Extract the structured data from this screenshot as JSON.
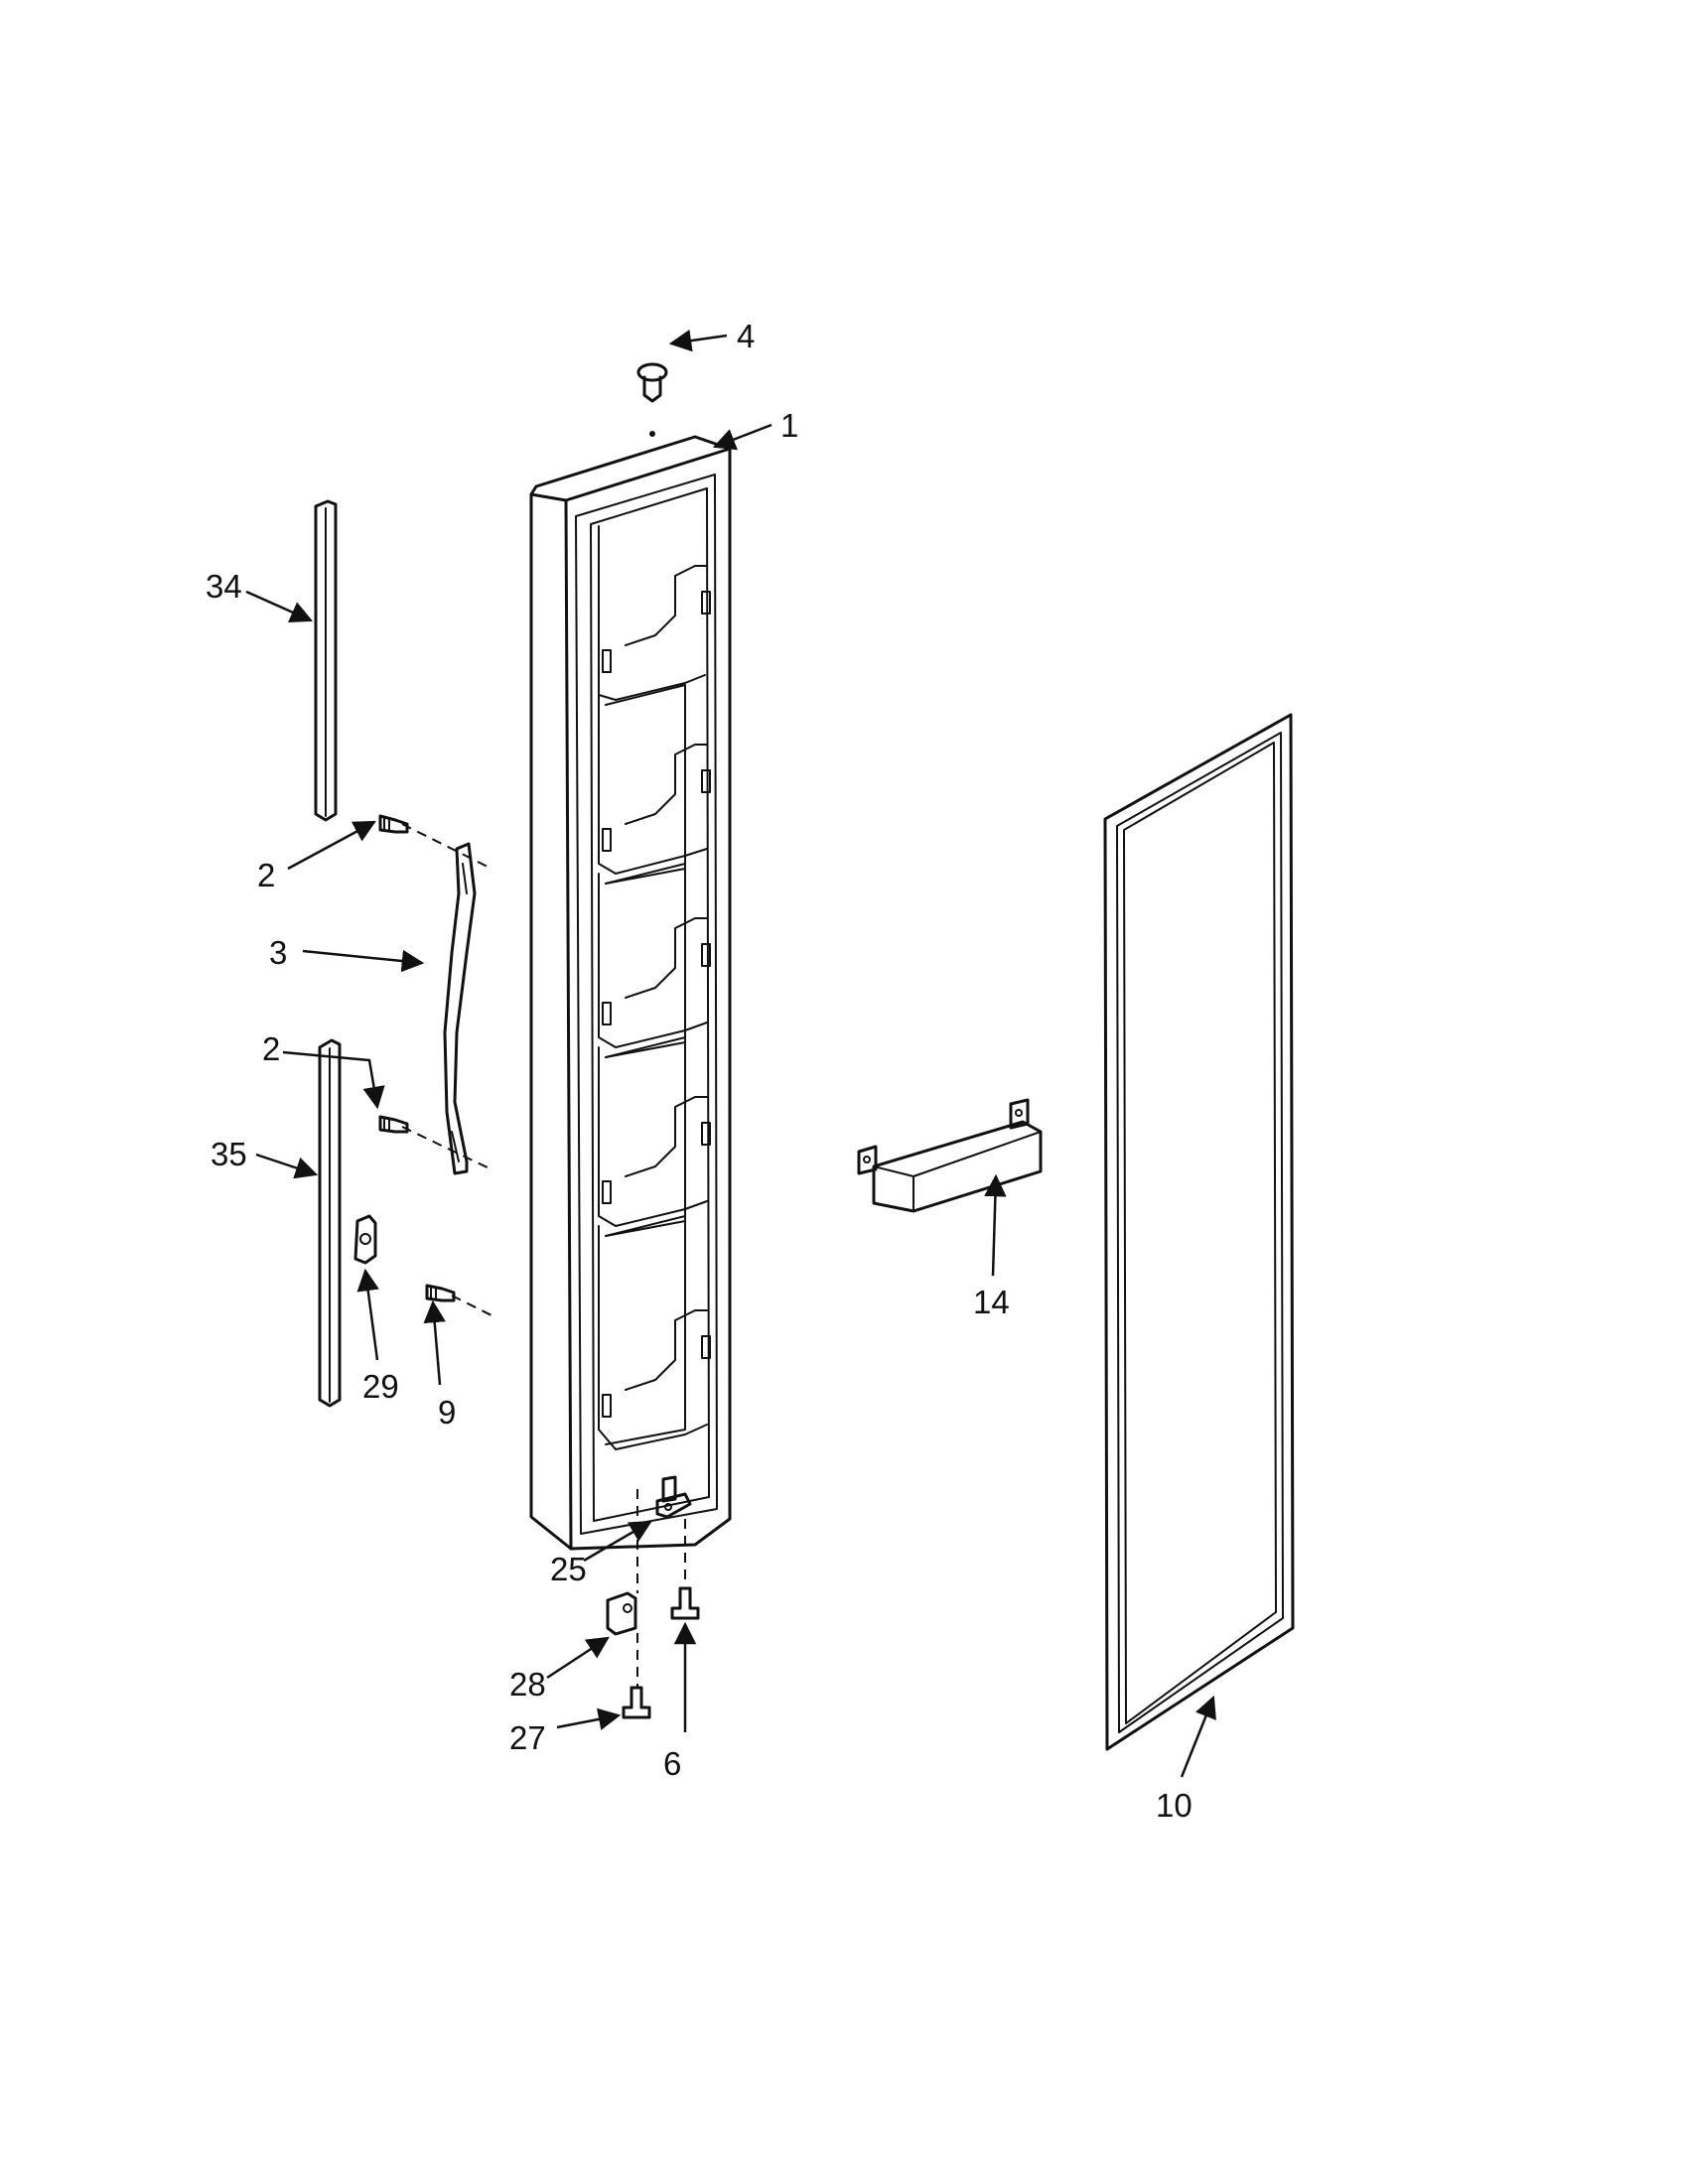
{
  "callouts": {
    "c1": "1",
    "c2a": "2",
    "c2b": "2",
    "c3": "3",
    "c4": "4",
    "c6": "6",
    "c9": "9",
    "c10": "10",
    "c14": "14",
    "c25": "25",
    "c27": "27",
    "c28": "28",
    "c29": "29",
    "c34": "34",
    "c35": "35"
  }
}
